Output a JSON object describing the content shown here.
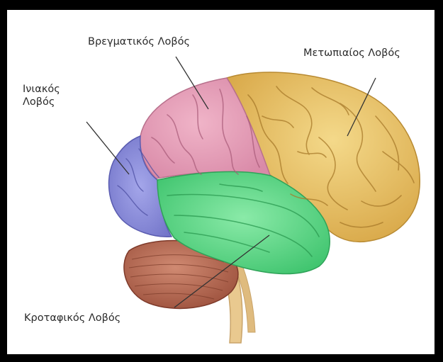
{
  "labels": {
    "parietal": "Βρεγματικός Λοβός",
    "frontal": "Μετωπιαίος Λοβός",
    "occipital_line1": "Ινιακός",
    "occipital_line2": "Λοβός",
    "temporal": "Κροταφικός Λοβός"
  },
  "colors": {
    "background": "#ffffff",
    "border": "#000000",
    "frontal_lobe": "#e8c46a",
    "parietal_lobe": "#e49ab5",
    "occipital_lobe": "#8e8fdc",
    "temporal_lobe": "#5fd98a",
    "cerebellum": "#b86a52",
    "brainstem": "#e9c98f",
    "leader_line": "#333333"
  }
}
